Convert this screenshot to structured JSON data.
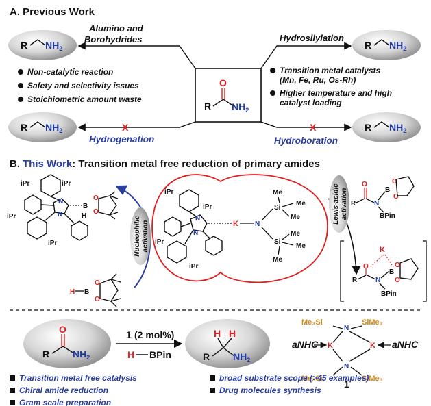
{
  "section_a": {
    "title": "A. Previous Work",
    "center_label": "R",
    "left_top_label_1": "Alumino and",
    "left_top_label_2": "Borohydrides",
    "right_top_label": "Hydrosilylation",
    "left_bottom_label": "Hydrogenation",
    "right_bottom_label": "Hydroboration",
    "left_bullets": [
      "Non-catalytic reaction",
      "Safety and selectivity issues",
      "Stoichiometric amount waste"
    ],
    "right_bullets": [
      "Transition metal catalysts",
      "(Mn, Fe, Ru, Os-Rh)",
      "Higher temperature and high",
      "catalyst loading"
    ],
    "cross": "X"
  },
  "section_b": {
    "title_prefix": "B.",
    "title_highlight": "This Work",
    "title_rest": ": Transition metal free reduction of primary amides",
    "nucleophilic": [
      "Nucleophilic",
      "activation"
    ],
    "lewis": [
      "Lewis-acidic",
      "activation"
    ],
    "ipr": "iPr",
    "bpin": "BPin",
    "me": "Me",
    "si": "Si",
    "k": "K",
    "h": "H",
    "b": "B",
    "o": "O",
    "n": "N"
  },
  "bottom": {
    "catalyst": "1",
    "catalyst_loading": "(2 mol%)",
    "reagent_h": "H",
    "reagent_bpin": "BPin",
    "me3si": "Me₃Si",
    "sime3": "SiMe₃",
    "anhc": "aNHC",
    "compound_number": "1",
    "left_features": [
      "Transition metal free catalysis",
      "Chiral amide reduction",
      "Gram scale preparation"
    ],
    "right_features": [
      "broad substrate scope (>45 examples)",
      "Drug molecules synthesis"
    ]
  },
  "colors": {
    "blue": "#2a3ea0",
    "red": "#e02020",
    "orange": "#d08a1a",
    "nitrogen": "#1e3aa8"
  }
}
